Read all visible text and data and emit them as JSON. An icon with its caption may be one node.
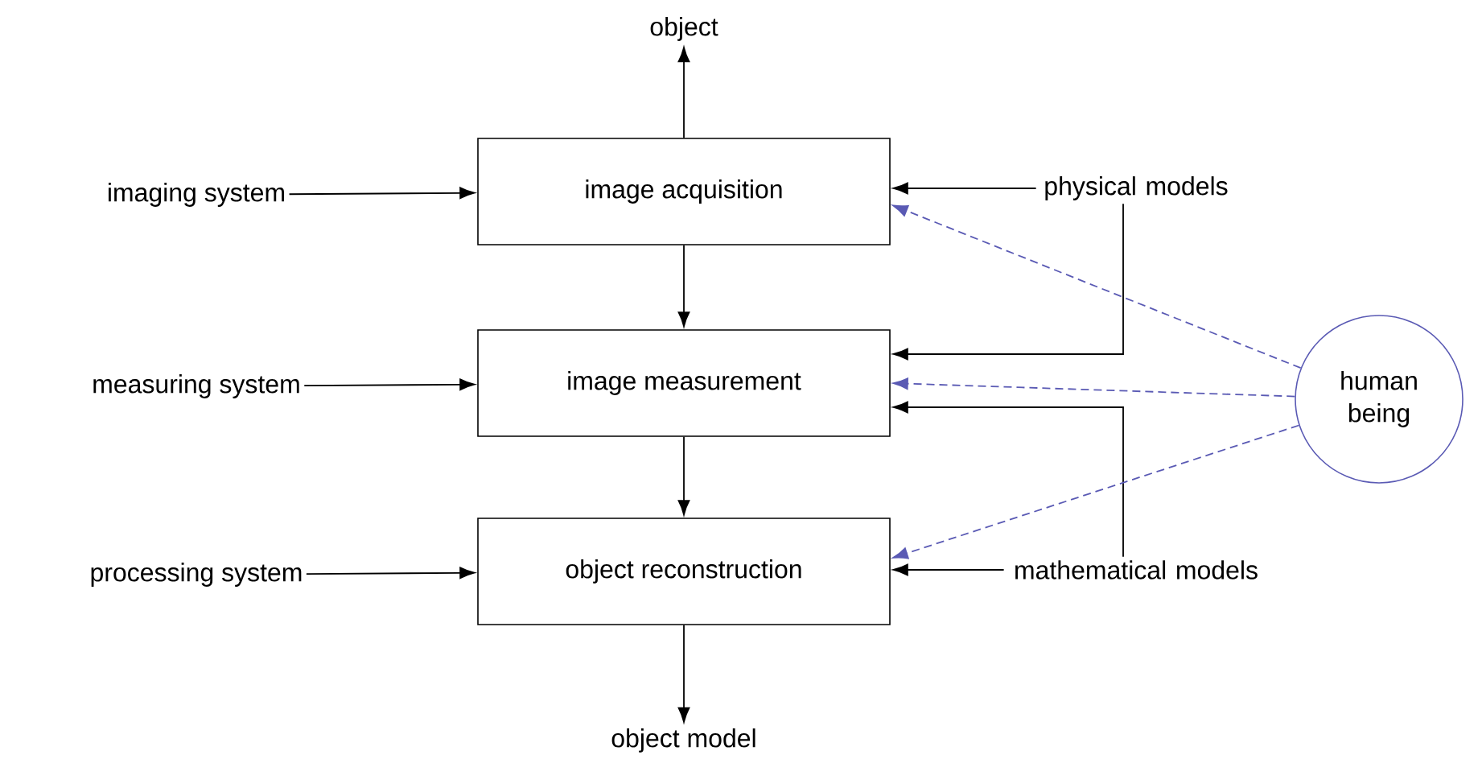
{
  "diagram": {
    "nodes": [
      {
        "text": [
          "object"
        ]
      },
      {
        "text": [
          "imaging system"
        ]
      },
      {
        "text": [
          "image acquisition"
        ]
      },
      {
        "text": [
          "physical models"
        ]
      },
      {
        "text": [
          "measuring system"
        ]
      },
      {
        "text": [
          "image measurement"
        ]
      },
      {
        "text": [
          "human being"
        ]
      },
      {
        "text": [
          "processing system"
        ]
      },
      {
        "text": [
          "object reconstruction"
        ]
      },
      {
        "text": [
          "mathematical models"
        ]
      },
      {
        "text": [
          "object model"
        ]
      }
    ],
    "edges": [
      {
        "from": 2,
        "to": 0,
        "arrow": "to"
      },
      {
        "from": 1,
        "to": 2,
        "arrow": "to"
      },
      {
        "from": 3,
        "to": 2,
        "arrow": "to"
      },
      {
        "from": 6,
        "to": 2,
        "arrow": "to",
        "style": "dashed",
        "color": "#5a5ab4"
      },
      {
        "from": 2,
        "to": 5,
        "arrow": "to"
      },
      {
        "from": 4,
        "to": 5,
        "arrow": "to"
      },
      {
        "from": 3,
        "to": 5,
        "arrow": "to"
      },
      {
        "from": 6,
        "to": 5,
        "arrow": "to",
        "style": "dashed",
        "color": "#5a5ab4"
      },
      {
        "from": 9,
        "to": 5,
        "arrow": "to"
      },
      {
        "from": 5,
        "to": 8,
        "arrow": "to"
      },
      {
        "from": 7,
        "to": 8,
        "arrow": "to"
      },
      {
        "from": 6,
        "to": 8,
        "arrow": "to",
        "style": "dashed",
        "color": "#5a5ab4"
      },
      {
        "from": 9,
        "to": 8,
        "arrow": "to"
      },
      {
        "from": 8,
        "to": 10,
        "arrow": "to"
      }
    ]
  }
}
